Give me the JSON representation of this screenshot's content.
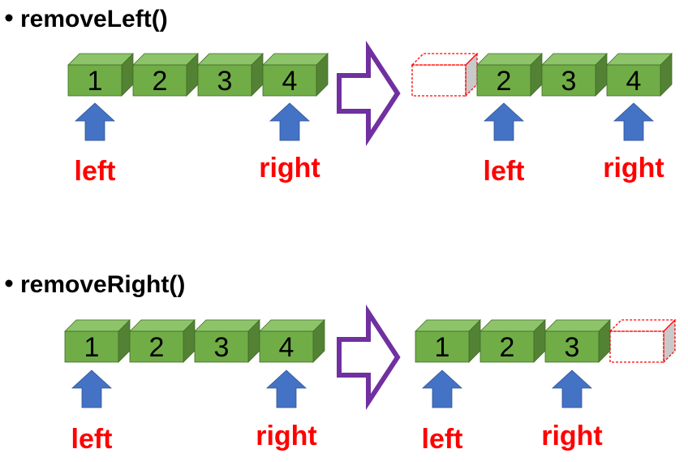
{
  "colors": {
    "box_front": "#70AD47",
    "box_top": "#8DC46A",
    "box_side": "#548235",
    "box_stroke": "#3F6B25",
    "pointer_arrow": "#4472C4",
    "pointer_label": "#FF0000",
    "transition_arrow": "#7030A0",
    "removed_outline": "#FF0000",
    "removed_side": "#C9C9C9"
  },
  "sections": [
    {
      "title": "removeLeft()",
      "before": {
        "cells": [
          {
            "value": "1",
            "state": "filled"
          },
          {
            "value": "2",
            "state": "filled"
          },
          {
            "value": "3",
            "state": "filled"
          },
          {
            "value": "4",
            "state": "filled"
          }
        ],
        "pointers": [
          {
            "label": "left",
            "cell": 0
          },
          {
            "label": "right",
            "cell": 3
          }
        ]
      },
      "after": {
        "cells": [
          {
            "value": "",
            "state": "removed"
          },
          {
            "value": "2",
            "state": "filled"
          },
          {
            "value": "3",
            "state": "filled"
          },
          {
            "value": "4",
            "state": "filled"
          }
        ],
        "pointers": [
          {
            "label": "left",
            "cell": 1
          },
          {
            "label": "right",
            "cell": 3
          }
        ]
      }
    },
    {
      "title": "removeRight()",
      "before": {
        "cells": [
          {
            "value": "1",
            "state": "filled"
          },
          {
            "value": "2",
            "state": "filled"
          },
          {
            "value": "3",
            "state": "filled"
          },
          {
            "value": "4",
            "state": "filled"
          }
        ],
        "pointers": [
          {
            "label": "left",
            "cell": 0
          },
          {
            "label": "right",
            "cell": 3
          }
        ]
      },
      "after": {
        "cells": [
          {
            "value": "1",
            "state": "filled"
          },
          {
            "value": "2",
            "state": "filled"
          },
          {
            "value": "3",
            "state": "filled"
          },
          {
            "value": "",
            "state": "removed"
          }
        ],
        "pointers": [
          {
            "label": "left",
            "cell": 0
          },
          {
            "label": "right",
            "cell": 2
          }
        ]
      }
    }
  ]
}
